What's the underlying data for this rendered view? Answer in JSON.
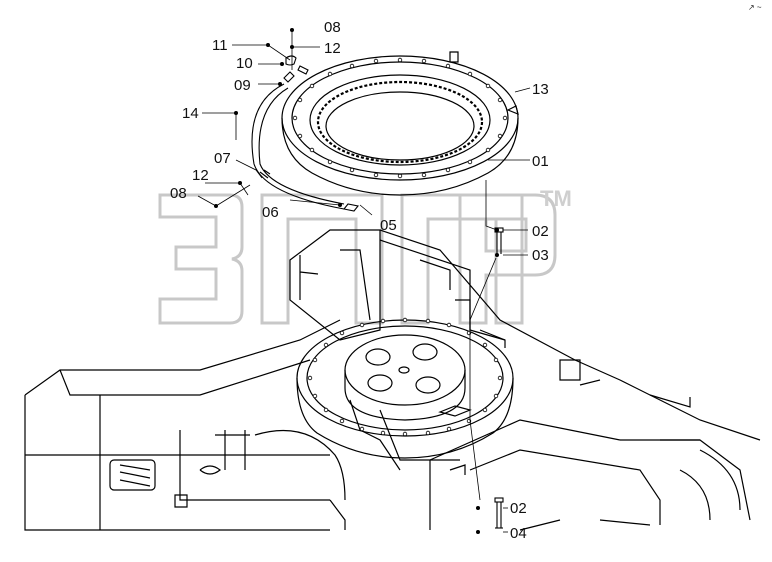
{
  "drawing": {
    "corner_mark": "↗ ~",
    "watermark": {
      "text": "ЗЛП",
      "trademark": "TM"
    },
    "part_labels": [
      "08",
      "11",
      "12",
      "10",
      "09",
      "13",
      "14",
      "07",
      "12",
      "08",
      "06",
      "05",
      "01",
      "02",
      "03",
      "02",
      "04"
    ]
  }
}
